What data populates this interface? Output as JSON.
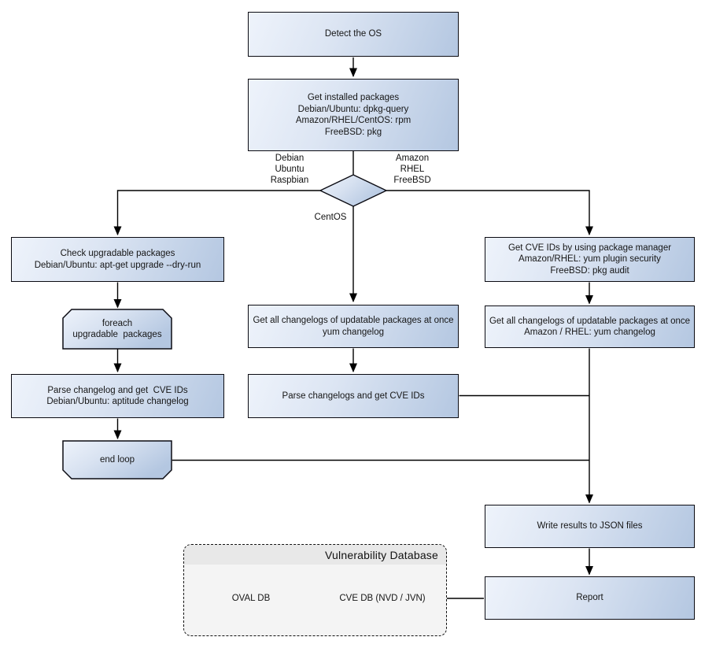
{
  "diagram": {
    "nodes": {
      "detect_os": {
        "label": "Detect the OS"
      },
      "get_installed_packages": {
        "label": "Get installed packages\nDebian/Ubuntu: dpkg-query\nAmazon/RHEL/CentOS: rpm\nFreeBSD: pkg"
      },
      "check_upgradable": {
        "label": "Check upgradable packages\nDebian/Ubuntu: apt-get upgrade --dry-run"
      },
      "foreach_loop": {
        "label": "foreach\nupgradable  packages"
      },
      "parse_changelog_deb": {
        "label": "Parse changelog and get  CVE IDs\nDebian/Ubuntu: aptitude changelog"
      },
      "end_loop": {
        "label": "end loop"
      },
      "get_changelogs_centos": {
        "label": "Get all changelogs of updatable packages at once\nyum changelog"
      },
      "parse_changelogs": {
        "label": "Parse changelogs and get CVE IDs"
      },
      "get_cve_ids_pkg_mgr": {
        "label": "Get CVE IDs by using package manager\nAmazon/RHEL: yum plugin security\nFreeBSD: pkg audit"
      },
      "get_changelogs_amazon": {
        "label": "Get all changelogs of updatable packages at once\nAmazon / RHEL: yum changelog"
      },
      "write_results": {
        "label": "Write results to JSON files"
      },
      "report": {
        "label": "Report"
      }
    },
    "edge_labels": {
      "debian_branch": "Debian\nUbuntu\nRaspbian",
      "amazon_branch": "Amazon\nRHEL\nFreeBSD",
      "centos_branch": "CentOS"
    },
    "vulnerability_database": {
      "title": "Vulnerability Database",
      "oval_db": "OVAL DB",
      "cve_db": "CVE DB (NVD / JVN)"
    },
    "colors": {
      "node_gradient_start": "#eef3fb",
      "node_gradient_end": "#b4c7e1",
      "border": "#0b0b12",
      "container_header": "#e8e8e8",
      "container_body": "#f4f4f4",
      "connector": "#000000"
    }
  }
}
